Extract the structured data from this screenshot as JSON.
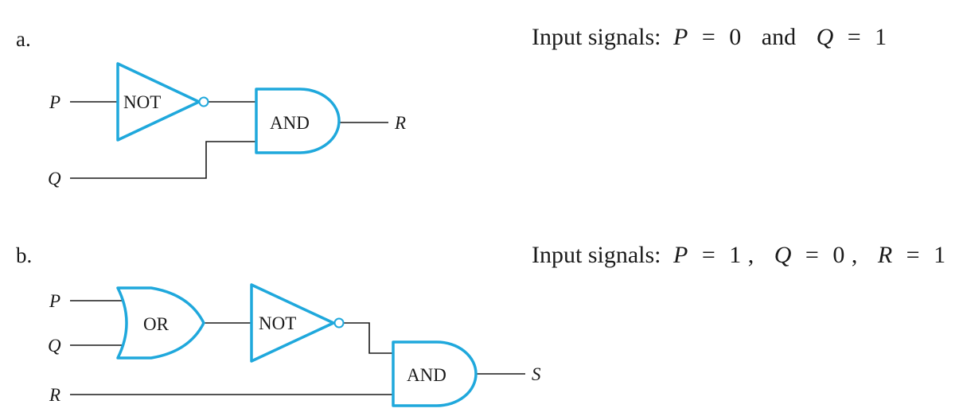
{
  "part_a": {
    "label": "a.",
    "input_prefix": "Input signals:",
    "conditions": [
      {
        "var": "P",
        "op": "=",
        "value": "0",
        "sep": "and"
      },
      {
        "var": "Q",
        "op": "=",
        "value": "1",
        "sep": ""
      }
    ],
    "signals": {
      "p": "P",
      "q": "Q",
      "output": "R"
    },
    "gates": {
      "not": "NOT",
      "and": "AND"
    }
  },
  "part_b": {
    "label": "b.",
    "input_prefix": "Input signals:",
    "conditions": [
      {
        "var": "P",
        "op": "=",
        "value": "1",
        "sep": ","
      },
      {
        "var": "Q",
        "op": "=",
        "value": "0",
        "sep": ","
      },
      {
        "var": "R",
        "op": "=",
        "value": "1",
        "sep": ""
      }
    ],
    "signals": {
      "p": "P",
      "q": "Q",
      "r": "R",
      "output": "S"
    },
    "gates": {
      "or": "OR",
      "not": "NOT",
      "and": "AND"
    }
  },
  "colors": {
    "gate_outline": "#1fa8dc",
    "wire": "#1a1a1a",
    "text": "#1a1a1a"
  }
}
